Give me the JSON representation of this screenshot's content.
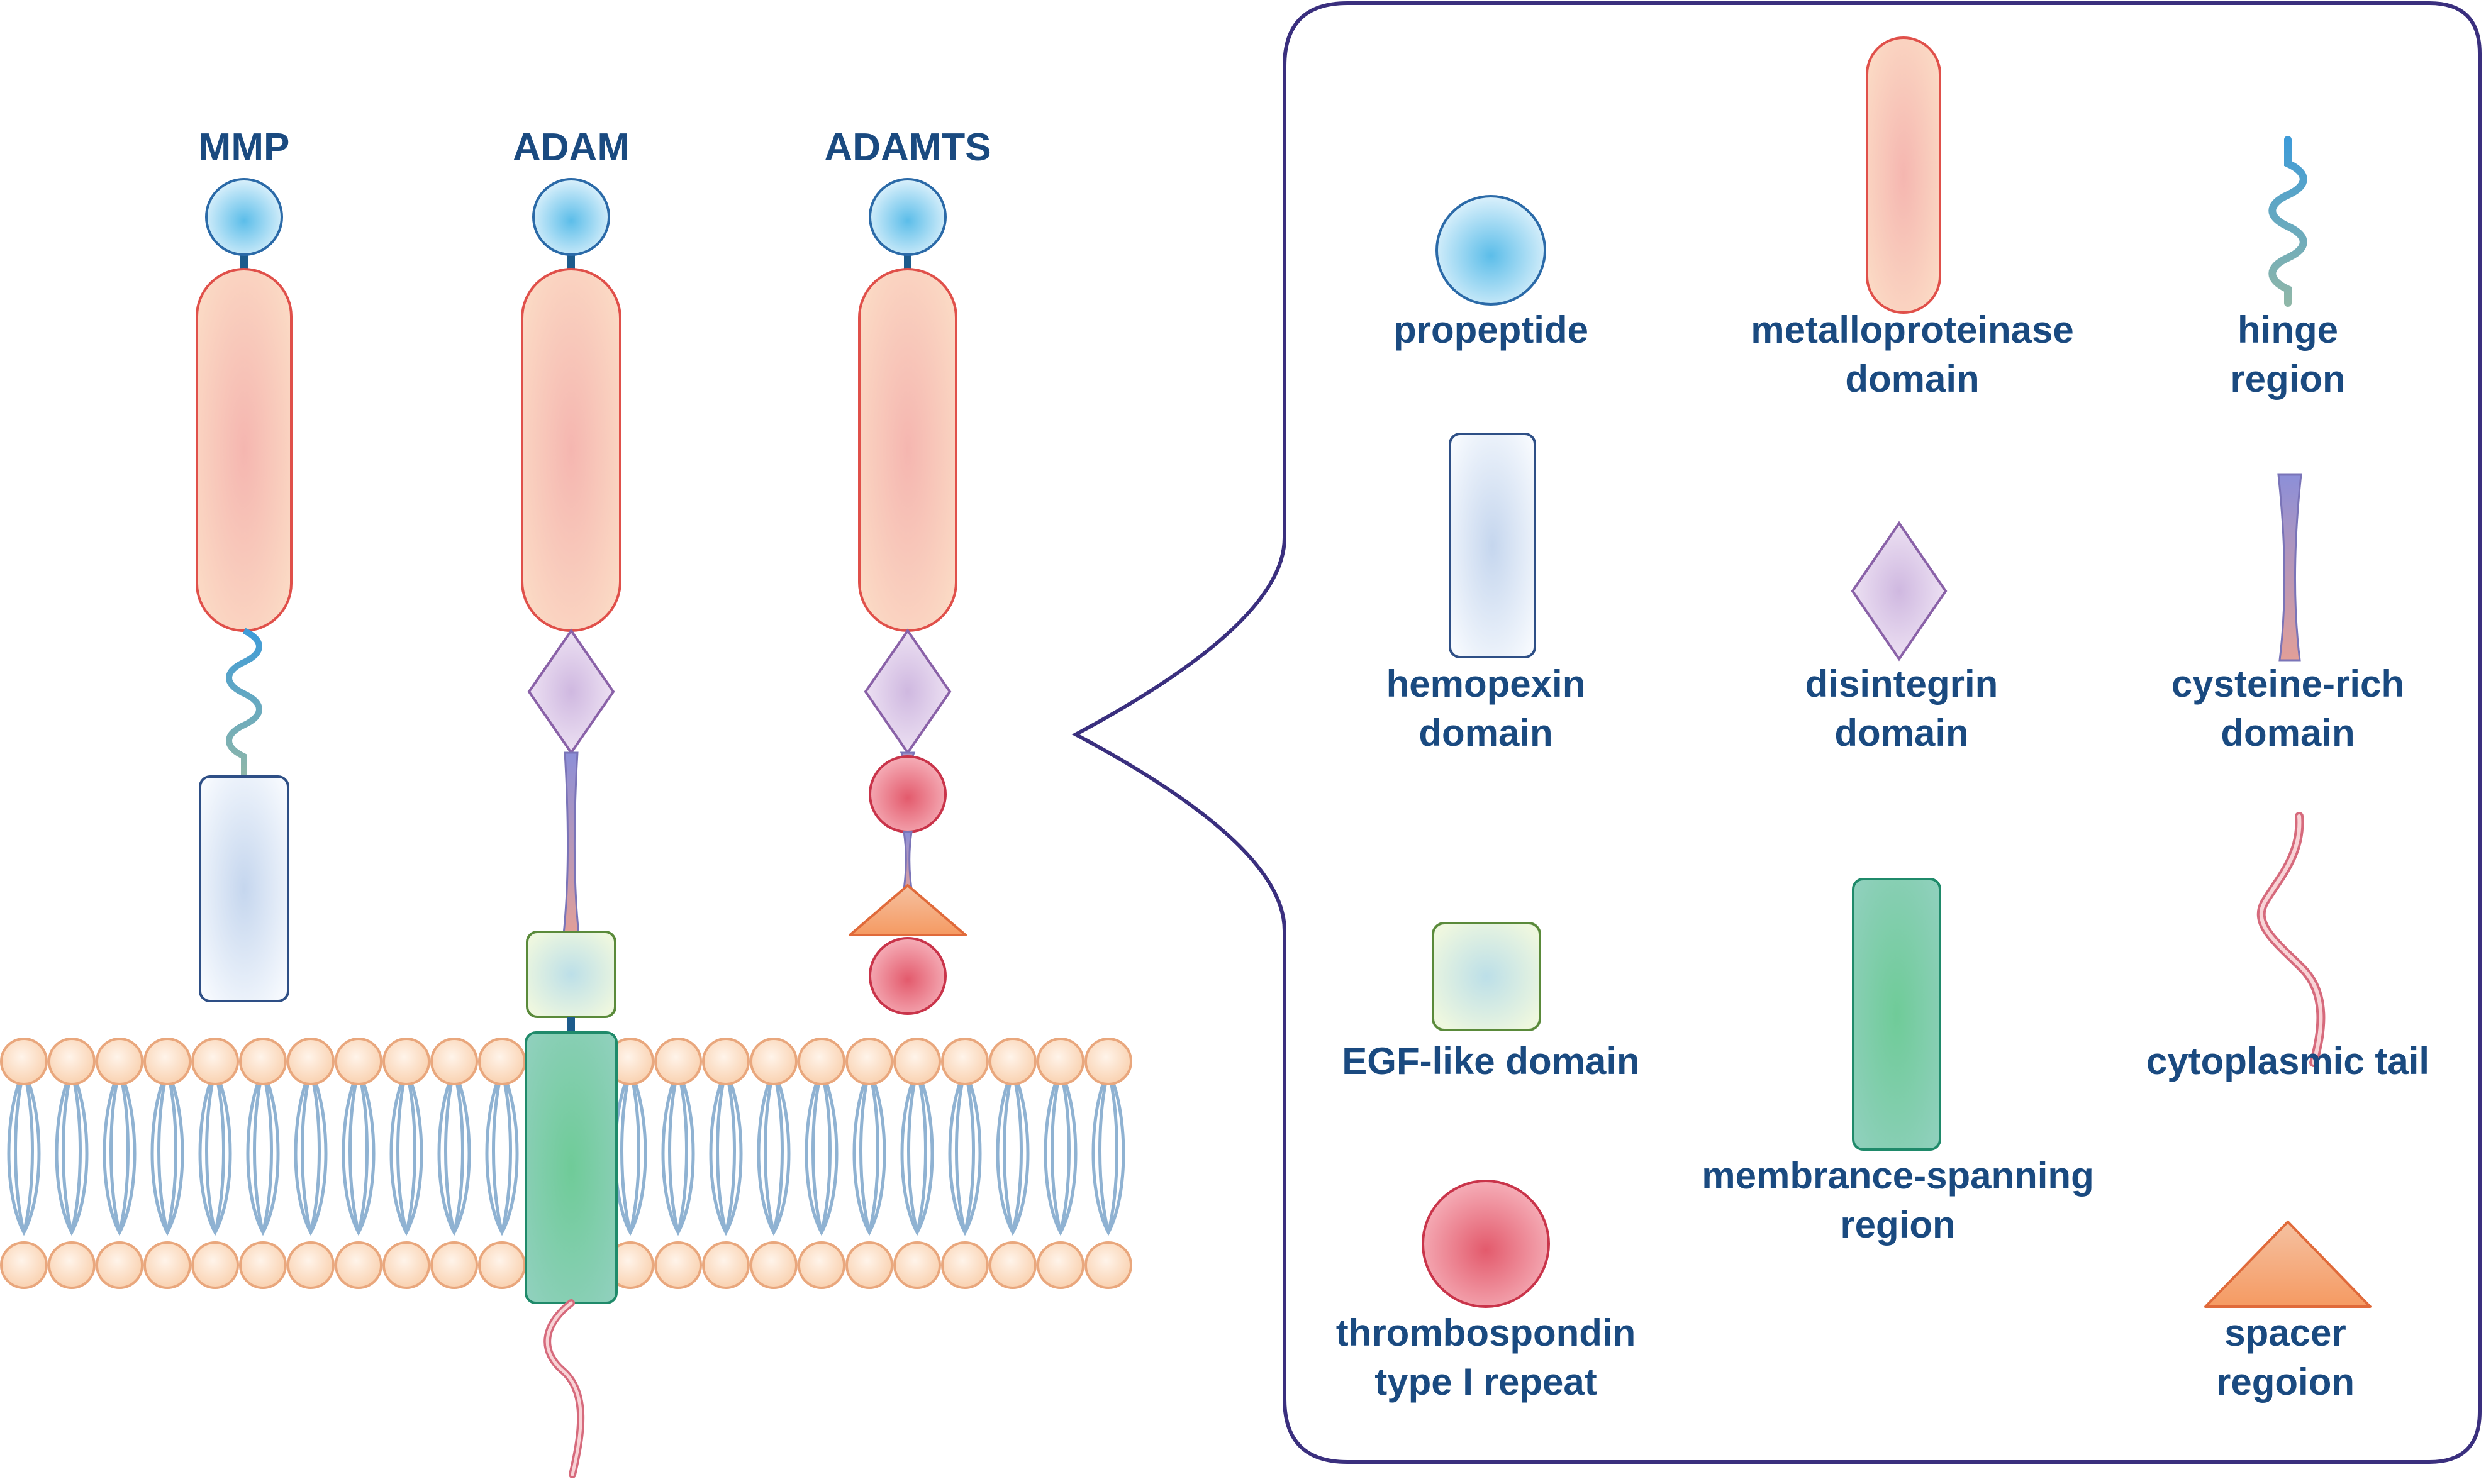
{
  "columns": {
    "mmp": "MMP",
    "adam": "ADAM",
    "adamts": "ADAMTS"
  },
  "legend": {
    "propeptide": [
      "propeptide"
    ],
    "metalloproteinase": [
      "metalloproteinase",
      "domain"
    ],
    "hinge": [
      "hinge",
      "region"
    ],
    "hemopexin": [
      "hemopexin",
      "domain"
    ],
    "disintegrin": [
      "disintegrin",
      "domain"
    ],
    "cysteine_rich": [
      "cysteine-rich",
      "domain"
    ],
    "egf_like": [
      "EGF-like domain"
    ],
    "membrane_spanning": [
      "membrance-spanning",
      "region"
    ],
    "cytoplasmic_tail": [
      "cytoplasmic tail"
    ],
    "thrombospondin": [
      "thrombospondin",
      "type I repeat"
    ],
    "spacer": [
      "spacer",
      "regoion"
    ]
  },
  "colors": {
    "label": "#1a4a80",
    "callout_border": "#3a2f7e",
    "propeptide": "#6cc4ec",
    "metalloproteinase": "#f7c2a6",
    "hemopexin": "#d9e6f5",
    "disintegrin": "#dcc6e6",
    "egf_like": "#dcefc9",
    "membrane_spanning": "#6fc4a4",
    "thrombospondin": "#ea7383",
    "spacer": "#f7a572",
    "membrane_head": "#fbd8bb",
    "lipid_tail": "#8fb2d2"
  }
}
